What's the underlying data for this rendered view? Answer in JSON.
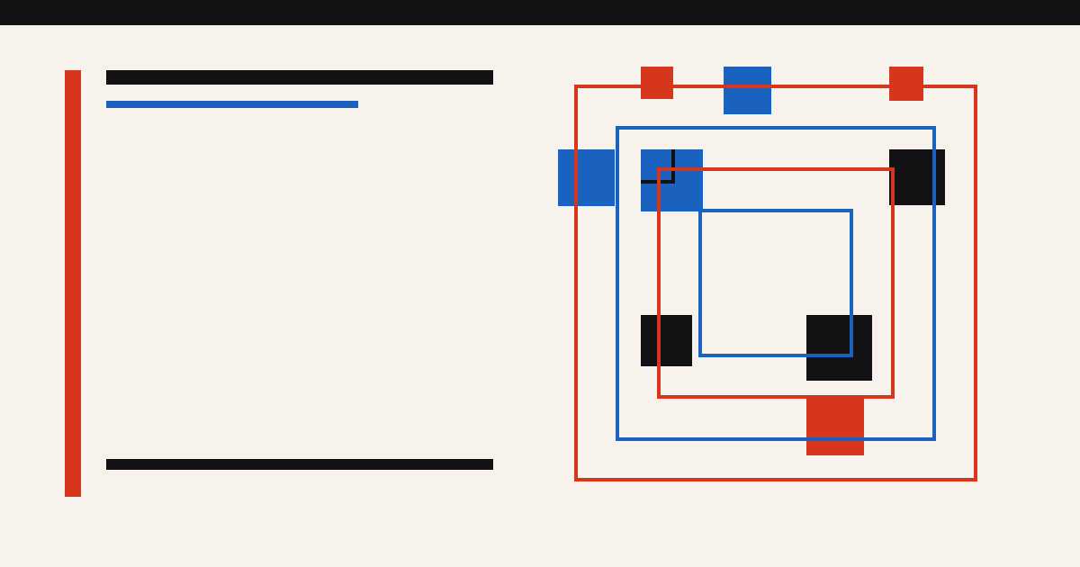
{
  "colors": {
    "background": "#f7f2eb",
    "ink": "#121214",
    "red": "#d5361c",
    "blue": "#1a62be"
  },
  "shapes": {
    "filled_blocks": [
      "blue",
      "blue",
      "blue",
      "red",
      "red",
      "red",
      "black",
      "black",
      "black"
    ],
    "outline_frames": [
      "red",
      "blue",
      "red",
      "blue"
    ]
  }
}
